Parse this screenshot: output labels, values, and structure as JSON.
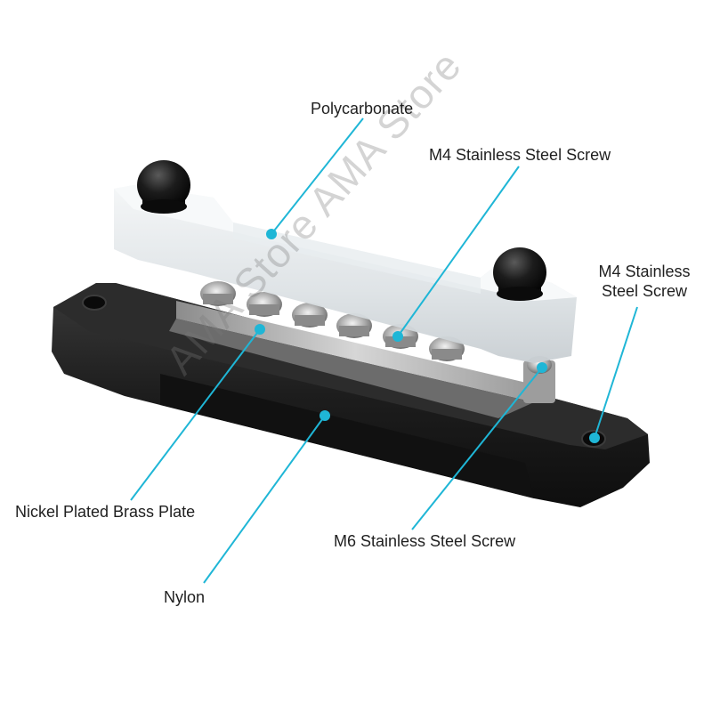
{
  "labels": {
    "polycarbonate": "Polycarbonate",
    "m4_screw_top": "M4 Stainless Steel Screw",
    "m4_screw_side": "M4 Stainless Steel Screw",
    "nickel_plate": "Nickel Plated Brass Plate",
    "m6_screw": "M6 Stainless Steel Screw",
    "nylon": "Nylon"
  },
  "watermark": "AMA Store AMA Store",
  "colors": {
    "callout": "#1fb6d6",
    "base": "#1c1c1c",
    "cover": "#e6e9eb",
    "brass": "#b8b8b8",
    "knob": "#161616"
  }
}
